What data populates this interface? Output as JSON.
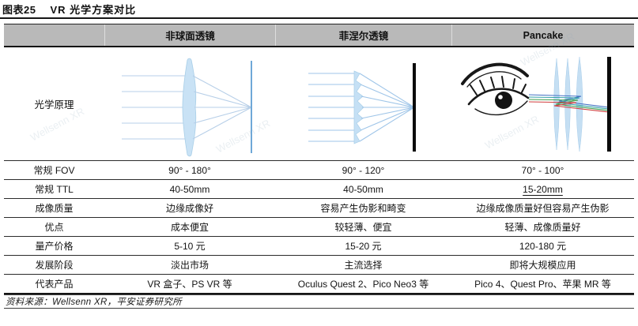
{
  "figure": {
    "tag": "图表25",
    "title": "VR 光学方案对比"
  },
  "table": {
    "header": {
      "col0": "",
      "col1": "非球面透镜",
      "col2": "菲涅尔透镜",
      "col3": "Pancake"
    },
    "principle": {
      "label": "光学原理",
      "diagrams": [
        "aspheric-lens-ray-diagram",
        "fresnel-lens-ray-diagram",
        "pancake-folded-optics-diagram"
      ]
    },
    "rows": [
      {
        "label": "常规 FOV",
        "values": [
          "90° - 180°",
          "90° - 120°",
          "70° - 100°"
        ]
      },
      {
        "label": "常规 TTL",
        "values": [
          "40-50mm",
          "40-50mm",
          "15-20mm"
        ]
      },
      {
        "label": "成像质量",
        "values": [
          "边缘成像好",
          "容易产生伪影和畸变",
          "边缘成像质量好但容易产生伪影"
        ]
      },
      {
        "label": "优点",
        "values": [
          "成本便宜",
          "较轻薄、便宜",
          "轻薄、成像质量好"
        ]
      },
      {
        "label": "量产价格",
        "values": [
          "5-10 元",
          "15-20 元",
          "120-180 元"
        ]
      },
      {
        "label": "发展阶段",
        "values": [
          "淡出市场",
          "主流选择",
          "即将大规模应用"
        ]
      },
      {
        "label": "代表产品",
        "values": [
          "VR 盒子、PS VR 等",
          "Oculus Quest 2、Pico Neo3 等",
          "Pico 4、Quest Pro、苹果 MR 等"
        ]
      }
    ]
  },
  "footer": {
    "source": "资料来源：Wellsenn XR，平安证券研究所"
  },
  "watermark": {
    "text": "Wellsenn XR"
  },
  "colors": {
    "header_bg": "#b9b9b9",
    "rule_line": "#161616",
    "lens_fill": "#c9e2f5",
    "light_ray": "#aac8e4",
    "aspheric_screen": "#6fa8d8",
    "display_screen": "#0a0a0a",
    "ray_blue": "#4472c4",
    "ray_teal": "#33a0a8",
    "ray_green": "#3f9e4d",
    "ray_red": "#cf3b3b"
  }
}
